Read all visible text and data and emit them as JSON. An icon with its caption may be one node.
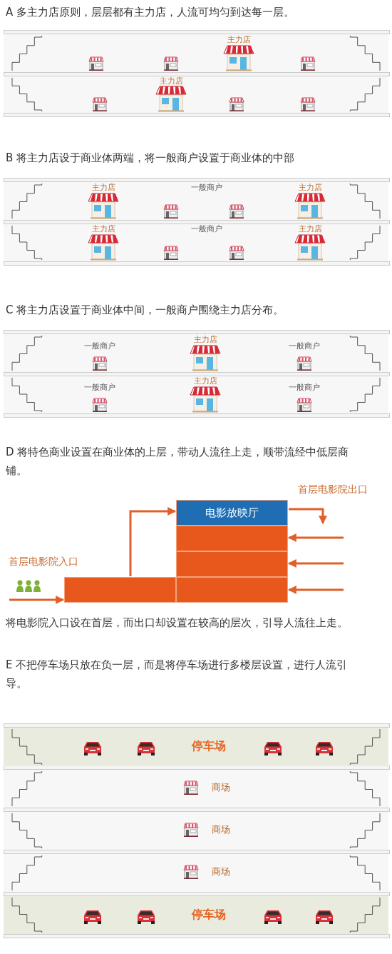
{
  "diagram": {
    "nodes": [
      {
        "text": [
          "主力店"
        ]
      },
      {
        "text": [
          "主力店"
        ]
      },
      {
        "text": [
          "主力店",
          "一般商户",
          "主力店"
        ]
      },
      {
        "text": [
          "主力店",
          "一般商户",
          "主力店"
        ]
      },
      {
        "text": [
          "一般商户",
          "主力店",
          "一般商户"
        ]
      },
      {
        "text": [
          "一般商户",
          "主力店",
          "一般商户"
        ]
      },
      {
        "text": [
          "电影放映厅"
        ]
      },
      {
        "text": [],
        "shape": "box"
      },
      {
        "text": [],
        "shape": "box"
      },
      {
        "text": [],
        "shape": "box"
      },
      {
        "text": [],
        "shape": "box"
      },
      {
        "text": [
          "停车场"
        ]
      },
      {
        "text": [
          "商场"
        ]
      },
      {
        "text": [
          "商场"
        ]
      },
      {
        "text": [
          "商场"
        ]
      },
      {
        "text": [
          "停车场"
        ]
      }
    ],
    "edges": [
      {
        "from": null,
        "to": 10,
        "arrow": "to"
      },
      {
        "from": 10,
        "to": 6,
        "arrow": "to"
      },
      {
        "from": 6,
        "to": null,
        "arrow": "to"
      },
      {
        "from": null,
        "to": 7,
        "arrow": "to"
      },
      {
        "from": null,
        "to": 8,
        "arrow": "to"
      },
      {
        "from": null,
        "to": 9,
        "arrow": "to"
      }
    ],
    "labels": [
      "A 多主力店原则，层层都有主力店，人流可均匀到达每一层。",
      "B 将主力店设于商业体两端，将一般商户设置于商业体的中部",
      "C 将主力店设置于商业体中间，一般商户围绕主力店分布。",
      "D 将特色商业设置在商业体的上层，带动人流往上走，顺带流经中低层商铺。",
      "首层电影院出口",
      "首层电影院入口",
      "将电影院入口设在首层，而出口却设置在较高的层次，引导人流往上走。",
      "E 不把停车场只放在负一层，而是将停车场进行多楼层设置，进行人流引导。"
    ]
  }
}
